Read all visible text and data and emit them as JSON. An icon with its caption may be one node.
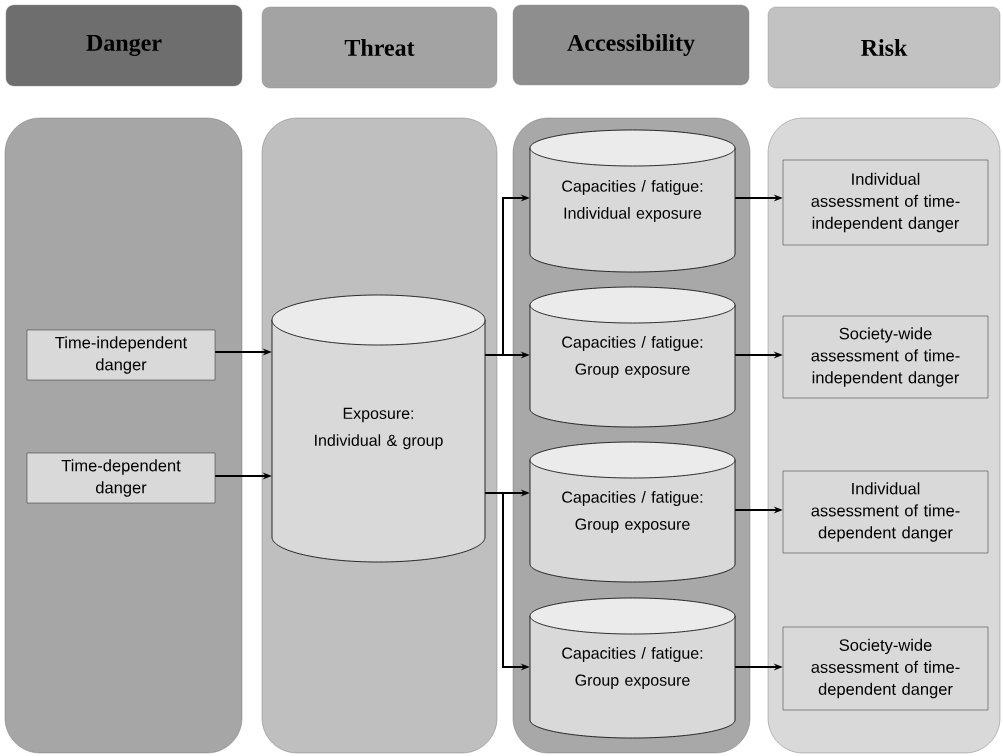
{
  "diagram": {
    "nodes": [
      {
        "text": [
          "Danger"
        ]
      },
      {
        "text": [
          "Threat"
        ]
      },
      {
        "text": [
          "Accessibility"
        ]
      },
      {
        "text": [
          "Risk"
        ]
      },
      {
        "text": [],
        "shape": "box"
      },
      {
        "text": [],
        "shape": "box"
      },
      {
        "text": [],
        "shape": "box"
      },
      {
        "text": [],
        "shape": "box"
      },
      {
        "text": [
          "Time-independent danger"
        ],
        "in": 4
      },
      {
        "text": [
          "Time-dependent danger"
        ],
        "in": 4
      },
      {
        "text": [
          "Exposure: Individual & group"
        ],
        "in": 5
      },
      {
        "text": [
          "Capacities / fatigue: Individual exposure"
        ],
        "in": 6
      },
      {
        "text": [
          "Capacities / fatigue: Group exposure"
        ],
        "in": 6
      },
      {
        "text": [
          "Capacities / fatigue: Group exposure"
        ],
        "in": 6
      },
      {
        "text": [
          "Capacities / fatigue: Group exposure"
        ],
        "in": 6
      },
      {
        "text": [
          "Individual assessment of time-independent danger"
        ],
        "in": 7
      },
      {
        "text": [
          "Society-wide assessment of time-independent danger"
        ],
        "in": 7
      },
      {
        "text": [
          "Individual assessment of time-dependent danger"
        ],
        "in": 7
      },
      {
        "text": [
          "Society-wide assessment of time-dependent danger"
        ],
        "in": 7
      }
    ],
    "edges": [
      {
        "from": 8,
        "to": 10,
        "arrow": "to"
      },
      {
        "from": 9,
        "to": 10,
        "arrow": "to"
      },
      {
        "from": 10,
        "to": 11,
        "arrow": "to"
      },
      {
        "from": 10,
        "to": 12,
        "arrow": "to"
      },
      {
        "from": 10,
        "to": 13,
        "arrow": "to"
      },
      {
        "from": 10,
        "to": 14,
        "arrow": "to"
      },
      {
        "from": 11,
        "to": 15,
        "arrow": "to"
      },
      {
        "from": 12,
        "to": 16,
        "arrow": "to"
      },
      {
        "from": 13,
        "to": 17,
        "arrow": "to"
      },
      {
        "from": 14,
        "to": 18,
        "arrow": "to"
      }
    ]
  }
}
